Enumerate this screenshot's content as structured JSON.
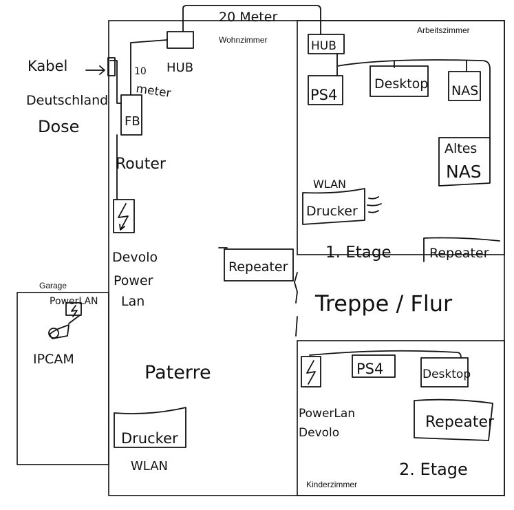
{
  "rooms": {
    "wohnzimmer": "Wohnzimmer",
    "arbeitszimmer": "Arbeitszimmer",
    "kinderzimmer": "Kinderzimmer",
    "garage": "Garage"
  },
  "annotations": {
    "twenty_meter": "20 Meter",
    "hub_top": "HUB",
    "ten_meter_a": "10",
    "ten_meter_b": "meter",
    "kabel_a": "Kabel",
    "kabel_b": "Deutschland",
    "kabel_c": "Dose",
    "fb": "FB",
    "router": "Router",
    "devolo_a": "Devolo",
    "devolo_b": "Power",
    "devolo_c": "Lan",
    "repeater_ground": "Repeater",
    "paterre": "Paterre",
    "drucker_ground": "Drucker",
    "wlan_ground": "WLAN",
    "hub_office": "HUB",
    "ps4_office": "PS4",
    "desktop_office": "Desktop",
    "nas": "NAS",
    "altes_nas_a": "Altes",
    "altes_nas_b": "NAS",
    "wlan_office": "WLAN",
    "drucker_office": "Drucker",
    "etage1": "1. Etage",
    "repeater_office": "Repeater",
    "treppe": "Treppe / Flur",
    "ps4_kids": "PS4",
    "desktop_kids": "Desktop",
    "powerlan_kids_a": "PowerLan",
    "powerlan_kids_b": "Devolo",
    "repeater_kids": "Repeater",
    "etage2": "2. Etage",
    "garage_powerlan": "PowerLAN",
    "ipcam": "IPCAM"
  }
}
